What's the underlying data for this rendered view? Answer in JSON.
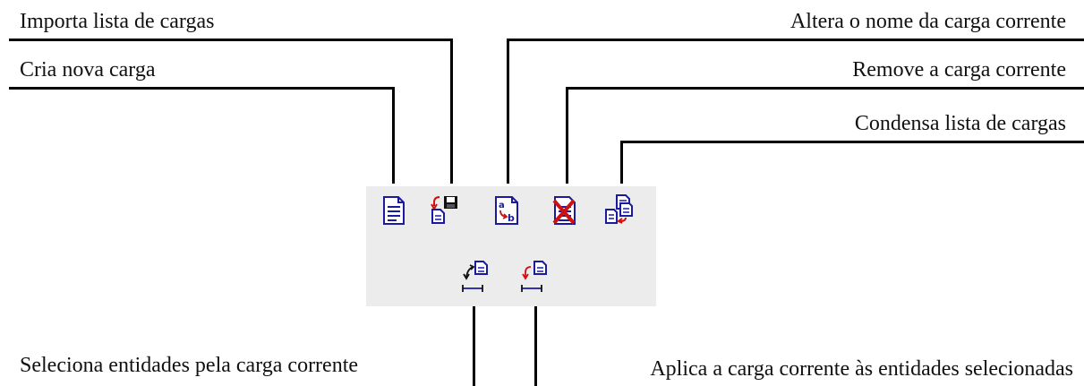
{
  "labels": {
    "importa": "Importa lista de cargas",
    "cria": "Cria nova carga",
    "altera": "Altera o nome da carga corrente",
    "remove": "Remove a carga corrente",
    "condensa": "Condensa lista de cargas",
    "seleciona": "Seleciona entidades pela carga corrente",
    "aplica": "Aplica a carga corrente às entidades selecionadas"
  },
  "icons": [
    "new-load-icon",
    "import-load-list-icon",
    "rename-load-icon",
    "remove-load-icon",
    "condense-load-list-icon",
    "select-entities-by-load-icon",
    "apply-load-to-entities-icon"
  ],
  "colors": {
    "toolbar_bg": "#ececec",
    "icon_blue": "#1a1aa0",
    "icon_red": "#d01010",
    "leader_line": "#000000"
  }
}
